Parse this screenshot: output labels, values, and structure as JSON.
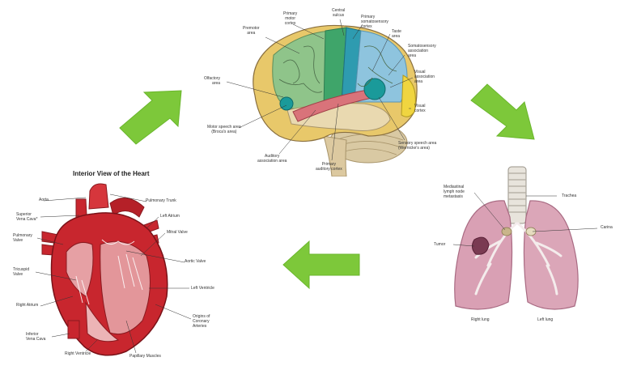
{
  "brain": {
    "labels": {
      "premotor": "Premotor\narea",
      "primary_motor": "Primary\nmotor\ncortex",
      "central_sulcus": "Central\nsulcus",
      "primary_somatosensory": "Primary\nsomatosensory\ncortex",
      "taste": "Taste\narea",
      "somatosensory_assoc": "Somatosensory\nassociation\narea",
      "olfactory": "Olfactory\narea",
      "visual_assoc": "Visual\nassociation\narea",
      "broca": "Motor speech area\n(Broca's area)",
      "visual_cortex": "Visual\ncortex",
      "wernicke": "Sensory speech area\n(Wernicke's area)",
      "auditory_assoc": "Auditory\nassociation area",
      "primary_auditory": "Primary\nauditory cortex"
    }
  },
  "lungs": {
    "labels": {
      "mediastinal": "Mediastinal\nlymph node\nmetastasis",
      "trachea": "Trachea",
      "carina": "Carina",
      "tumor": "Tumor",
      "right_lung": "Right lung",
      "left_lung": "Left lung"
    }
  },
  "heart": {
    "title": "Interior View of the Heart",
    "labels": {
      "aorta": "Aorta",
      "pulmonary_trunk": "Pulmonary Trunk",
      "superior_vena_cava": "Superior\nVena Cava*",
      "left_atrium": "Left Atrium",
      "pulmonary_valve": "Pulmonary\nValve",
      "mitral_valve": "Mitral Valve",
      "tricuspid_valve": "Tricuspid\nValve",
      "aortic_valve": "Aortic Valve",
      "left_ventricle": "Left Ventricle",
      "right_atrium": "Right Atrium",
      "origins_coronary": "Origins of\nCoronary\nArteries",
      "inferior_vena_cava": "Inferior\nVena Cava",
      "right_ventricle": "Right Ventricle",
      "papillary": "Papillary Muscles"
    }
  },
  "colors": {
    "arrow_green": "#7dc83a",
    "arrow_green_dark": "#5fa82a",
    "heart_red": "#c8262e",
    "lung_pink": "#d9a0b4",
    "brain_green": "#8fc48a",
    "brain_blue": "#8ec4de",
    "brain_yellow": "#e8c86a"
  },
  "icons": {
    "arrow_1": "arrow-up-right-icon",
    "arrow_2": "arrow-down-right-icon",
    "arrow_3": "arrow-left-icon"
  }
}
